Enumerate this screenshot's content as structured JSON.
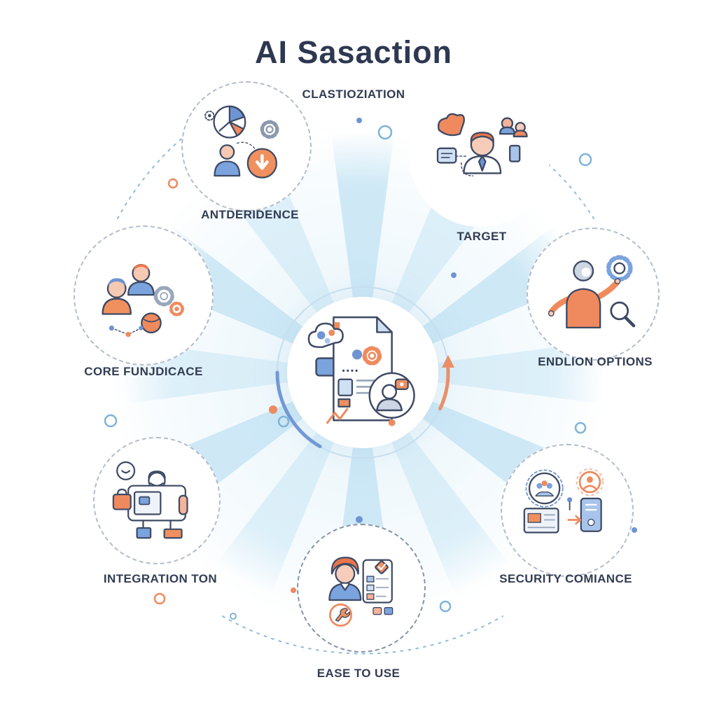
{
  "title": "AI Sasaction",
  "center": {
    "icon": "ai-document-icon"
  },
  "nodes": [
    {
      "id": "classification",
      "label": "CLASTIOZIATION",
      "icon": null
    },
    {
      "id": "antderidence",
      "label": "ANTDERIDENCE",
      "icon": "automation-person-icon"
    },
    {
      "id": "target",
      "label": "TARGET",
      "icon": "target-audience-icon"
    },
    {
      "id": "endlion-options",
      "label": "ENDLION OPTIONS",
      "icon": "options-person-icon"
    },
    {
      "id": "core-funjdicace",
      "label": "CORE FUNJDICACE",
      "icon": "team-gears-icon"
    },
    {
      "id": "integration-ton",
      "label": "INTEGRATION TON",
      "icon": "machine-icon"
    },
    {
      "id": "security-comiance",
      "label": "SECURITY COMIANCE",
      "icon": "security-devices-icon"
    },
    {
      "id": "ease-to-use",
      "label": "EASE TO USE",
      "icon": "checklist-person-icon"
    }
  ],
  "colors": {
    "title_text": "#2e3850",
    "label_text": "#323c52",
    "outline_slate": "#3e4a64",
    "accent_orange": "#ef8a5e",
    "accent_orange_deep": "#e9764c",
    "accent_blue": "#6f94d3",
    "accent_blue_light": "#a9c4ea",
    "ray_blue": "#ace0f1",
    "dashed_circle": "#b3bdcc"
  }
}
